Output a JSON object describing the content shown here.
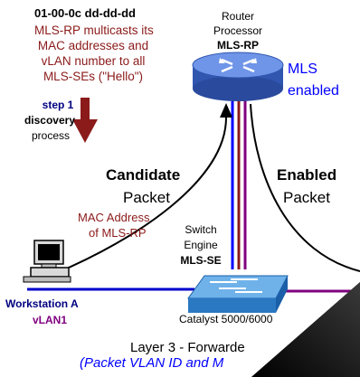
{
  "colors": {
    "dark_red": "#8b1a1a",
    "purple": "#800080",
    "navy": "#000080",
    "blue_text": "#0000ff",
    "router_blue": "#4f77d6",
    "switch_blue": "#3a8fd8"
  },
  "mac_address": "01-00-0c dd-dd-dd",
  "hello_text": [
    "MLS-RP multicasts its",
    "MAC addresses and",
    "vLAN number to all",
    "MLS-SEs (\"Hello\")"
  ],
  "step": {
    "line1": "step 1",
    "line2": "discovery",
    "line3": "process"
  },
  "router": {
    "line1": "Router",
    "line2": "Processor",
    "name": "MLS-RP"
  },
  "mls_enabled": {
    "line1": "MLS",
    "line2": "enabled"
  },
  "candidate": {
    "title": "Candidate",
    "sub": "Packet"
  },
  "enabled": {
    "title": "Enabled",
    "sub": "Packet"
  },
  "mac_of_rp": {
    "line1": "MAC Address",
    "line2": "of MLS-RP"
  },
  "switch": {
    "line1": "Switch",
    "line2": "Engine",
    "name": "MLS-SE",
    "model": "Catalyst 5000/6000"
  },
  "workstation": {
    "name": "Workstation A",
    "vlan": "vLAN1"
  },
  "footer": {
    "line1": "Layer 3 - Forwarde",
    "line2": "(Packet VLAN ID and M"
  }
}
